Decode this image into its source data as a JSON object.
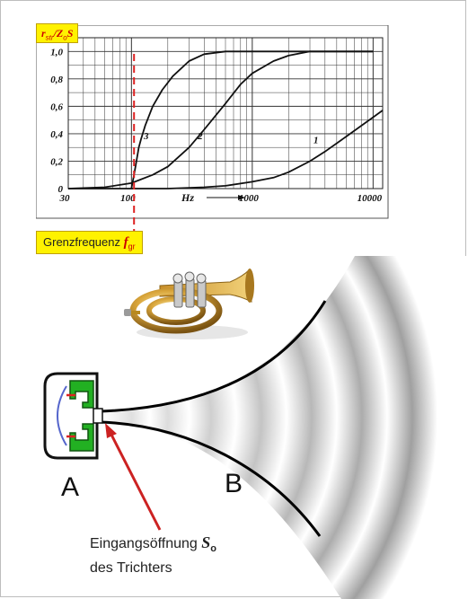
{
  "chart_data": {
    "type": "line",
    "x_scale": "log",
    "xlim": [
      30,
      12000
    ],
    "ylim": [
      0,
      1.1
    ],
    "x_ticks": [
      "30",
      "100",
      "1000",
      "10000"
    ],
    "y_ticks": [
      "0",
      "0,2",
      "0,4",
      "0,6",
      "0,8",
      "1,0"
    ],
    "x_unit_label": "Hz",
    "y_label_main": "r",
    "y_label_sub": "str",
    "y_label_rest": "/Z",
    "y_label_sub2": "o",
    "y_label_end": "S",
    "grid": true,
    "series": [
      {
        "name": "3",
        "x": [
          100,
          105,
          110,
          115,
          120,
          130,
          150,
          180,
          220,
          300,
          400,
          600,
          1000,
          10000
        ],
        "y": [
          0.0,
          0.1,
          0.2,
          0.3,
          0.36,
          0.46,
          0.6,
          0.72,
          0.82,
          0.93,
          0.98,
          1.0,
          1.0,
          1.0
        ]
      },
      {
        "name": "2",
        "x": [
          30,
          60,
          100,
          150,
          200,
          300,
          400,
          600,
          800,
          1000,
          1500,
          2000,
          3000,
          10000
        ],
        "y": [
          0.0,
          0.01,
          0.04,
          0.1,
          0.16,
          0.3,
          0.43,
          0.62,
          0.76,
          0.84,
          0.93,
          0.97,
          1.0,
          1.0
        ]
      },
      {
        "name": "1",
        "x": [
          30,
          200,
          400,
          600,
          1000,
          1500,
          2000,
          3000,
          4000,
          6000,
          10000,
          12000
        ],
        "y": [
          0.0,
          0.0,
          0.01,
          0.02,
          0.05,
          0.08,
          0.12,
          0.2,
          0.27,
          0.38,
          0.52,
          0.57
        ]
      }
    ],
    "marker_x": 105
  },
  "labels": {
    "grenz_main": "Grenzfrequenz ",
    "grenz_f": "f",
    "grenz_sub": "gr",
    "label_a": "A",
    "label_b": "B",
    "eingang_line1": "Eingangsöffnung ",
    "eingang_s": "S",
    "eingang_s_sub": "o",
    "eingang_line2": "des Trichters"
  },
  "colors": {
    "marker": "#dd2222",
    "arrow": "#cc2222",
    "tag_bg": "#fff200",
    "horn_green": "#22b022"
  },
  "photo": {
    "icon": "trumpet-photo"
  }
}
